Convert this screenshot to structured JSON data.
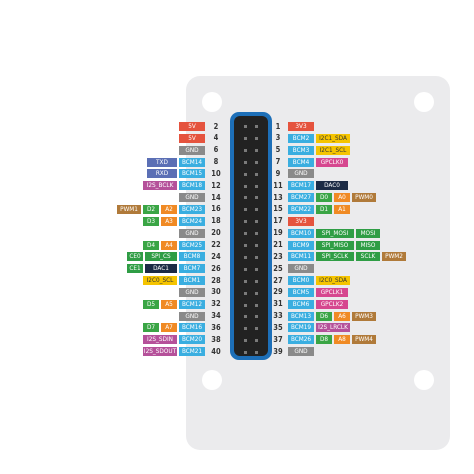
{
  "colors": {
    "power5v": "#e5533e",
    "power3v3": "#e5533e",
    "ground": "#8a8a8a",
    "bcm": "#3aaee0",
    "i2c": "#f5c400",
    "uart": "#5b6fb5",
    "dac": "#1c2b45",
    "spi": "#2f9d45",
    "pwm": "#b07a3a",
    "digital": "#3aa545",
    "analog": "#f08a24",
    "i2s": "#b5519a",
    "gpclk": "#d6478f",
    "header": "#1d6fb8",
    "board": "#ebebed"
  },
  "left_pins": [
    {
      "pin": "2",
      "labels": [
        {
          "t": "5V",
          "c": "power5v"
        }
      ]
    },
    {
      "pin": "4",
      "labels": [
        {
          "t": "5V",
          "c": "power5v"
        }
      ]
    },
    {
      "pin": "6",
      "labels": [
        {
          "t": "GND",
          "c": "ground"
        }
      ]
    },
    {
      "pin": "8",
      "labels": [
        {
          "t": "TXD",
          "c": "uart"
        },
        {
          "t": "BCM14",
          "c": "bcm"
        }
      ]
    },
    {
      "pin": "10",
      "labels": [
        {
          "t": "RXD",
          "c": "uart"
        },
        {
          "t": "BCM15",
          "c": "bcm"
        }
      ]
    },
    {
      "pin": "12",
      "labels": [
        {
          "t": "I2S_BCLK",
          "c": "i2s"
        },
        {
          "t": "BCM18",
          "c": "bcm"
        }
      ]
    },
    {
      "pin": "14",
      "labels": [
        {
          "t": "GND",
          "c": "ground"
        }
      ]
    },
    {
      "pin": "16",
      "labels": [
        {
          "t": "PWM1",
          "c": "pwm"
        },
        {
          "t": "D2",
          "c": "digital"
        },
        {
          "t": "A2",
          "c": "analog"
        },
        {
          "t": "BCM23",
          "c": "bcm"
        }
      ]
    },
    {
      "pin": "18",
      "labels": [
        {
          "t": "D3",
          "c": "digital"
        },
        {
          "t": "A3",
          "c": "analog"
        },
        {
          "t": "BCM24",
          "c": "bcm"
        }
      ]
    },
    {
      "pin": "20",
      "labels": [
        {
          "t": "GND",
          "c": "ground"
        }
      ]
    },
    {
      "pin": "22",
      "labels": [
        {
          "t": "D4",
          "c": "digital"
        },
        {
          "t": "A4",
          "c": "analog"
        },
        {
          "t": "BCM25",
          "c": "bcm"
        }
      ]
    },
    {
      "pin": "24",
      "labels": [
        {
          "t": "CE0",
          "c": "spi"
        },
        {
          "t": "SPI_CS",
          "c": "spi"
        },
        {
          "t": "BCM8",
          "c": "bcm"
        }
      ]
    },
    {
      "pin": "26",
      "labels": [
        {
          "t": "CE1",
          "c": "spi"
        },
        {
          "t": "DAC1",
          "c": "dac"
        },
        {
          "t": "BCM7",
          "c": "bcm"
        }
      ]
    },
    {
      "pin": "28",
      "labels": [
        {
          "t": "I2C0_SCL",
          "c": "i2c"
        },
        {
          "t": "BCM1",
          "c": "bcm"
        }
      ]
    },
    {
      "pin": "30",
      "labels": [
        {
          "t": "GND",
          "c": "ground"
        }
      ]
    },
    {
      "pin": "32",
      "labels": [
        {
          "t": "D5",
          "c": "digital"
        },
        {
          "t": "A5",
          "c": "analog"
        },
        {
          "t": "BCM12",
          "c": "bcm"
        }
      ]
    },
    {
      "pin": "34",
      "labels": [
        {
          "t": "GND",
          "c": "ground"
        }
      ]
    },
    {
      "pin": "36",
      "labels": [
        {
          "t": "D7",
          "c": "digital"
        },
        {
          "t": "A7",
          "c": "analog"
        },
        {
          "t": "BCM16",
          "c": "bcm"
        }
      ]
    },
    {
      "pin": "38",
      "labels": [
        {
          "t": "I2S_SDIN",
          "c": "i2s"
        },
        {
          "t": "BCM20",
          "c": "bcm"
        }
      ]
    },
    {
      "pin": "40",
      "labels": [
        {
          "t": "I2S_SDOUT",
          "c": "i2s"
        },
        {
          "t": "BCM21",
          "c": "bcm"
        }
      ]
    }
  ],
  "right_pins": [
    {
      "pin": "1",
      "labels": [
        {
          "t": "3V3",
          "c": "power3v3"
        }
      ]
    },
    {
      "pin": "3",
      "labels": [
        {
          "t": "BCM2",
          "c": "bcm"
        },
        {
          "t": "I2C1_SDA",
          "c": "i2c"
        }
      ]
    },
    {
      "pin": "5",
      "labels": [
        {
          "t": "BCM3",
          "c": "bcm"
        },
        {
          "t": "I2C1_SCL",
          "c": "i2c"
        }
      ]
    },
    {
      "pin": "7",
      "labels": [
        {
          "t": "BCM4",
          "c": "bcm"
        },
        {
          "t": "GPCLK0",
          "c": "gpclk"
        }
      ]
    },
    {
      "pin": "9",
      "labels": [
        {
          "t": "GND",
          "c": "ground"
        }
      ]
    },
    {
      "pin": "11",
      "labels": [
        {
          "t": "BCM17",
          "c": "bcm"
        },
        {
          "t": "DAC0",
          "c": "dac"
        }
      ]
    },
    {
      "pin": "13",
      "labels": [
        {
          "t": "BCM27",
          "c": "bcm"
        },
        {
          "t": "D0",
          "c": "digital"
        },
        {
          "t": "A0",
          "c": "analog"
        },
        {
          "t": "PWM0",
          "c": "pwm"
        }
      ]
    },
    {
      "pin": "15",
      "labels": [
        {
          "t": "BCM22",
          "c": "bcm"
        },
        {
          "t": "D1",
          "c": "digital"
        },
        {
          "t": "A1",
          "c": "analog"
        }
      ]
    },
    {
      "pin": "17",
      "labels": [
        {
          "t": "3V3",
          "c": "power3v3"
        }
      ]
    },
    {
      "pin": "19",
      "labels": [
        {
          "t": "BCM10",
          "c": "bcm"
        },
        {
          "t": "SPI_MOSI",
          "c": "spi"
        },
        {
          "t": "MOSI",
          "c": "spi"
        }
      ]
    },
    {
      "pin": "21",
      "labels": [
        {
          "t": "BCM9",
          "c": "bcm"
        },
        {
          "t": "SPI_MISO",
          "c": "spi"
        },
        {
          "t": "MISO",
          "c": "spi"
        }
      ]
    },
    {
      "pin": "23",
      "labels": [
        {
          "t": "BCM11",
          "c": "bcm"
        },
        {
          "t": "SPI_SCLK",
          "c": "spi"
        },
        {
          "t": "SCLK",
          "c": "spi"
        },
        {
          "t": "PWM2",
          "c": "pwm"
        }
      ]
    },
    {
      "pin": "25",
      "labels": [
        {
          "t": "GND",
          "c": "ground"
        }
      ]
    },
    {
      "pin": "27",
      "labels": [
        {
          "t": "BCM0",
          "c": "bcm"
        },
        {
          "t": "I2C0_SDA",
          "c": "i2c"
        }
      ]
    },
    {
      "pin": "29",
      "labels": [
        {
          "t": "BCM5",
          "c": "bcm"
        },
        {
          "t": "GPCLK1",
          "c": "gpclk"
        }
      ]
    },
    {
      "pin": "31",
      "labels": [
        {
          "t": "BCM6",
          "c": "bcm"
        },
        {
          "t": "GPCLK2",
          "c": "gpclk"
        }
      ]
    },
    {
      "pin": "33",
      "labels": [
        {
          "t": "BCM13",
          "c": "bcm"
        },
        {
          "t": "D6",
          "c": "digital"
        },
        {
          "t": "A6",
          "c": "analog"
        },
        {
          "t": "PWM3",
          "c": "pwm"
        }
      ]
    },
    {
      "pin": "35",
      "labels": [
        {
          "t": "BCM19",
          "c": "bcm"
        },
        {
          "t": "I2S_LRCLK",
          "c": "i2s"
        }
      ]
    },
    {
      "pin": "37",
      "labels": [
        {
          "t": "BCM26",
          "c": "bcm"
        },
        {
          "t": "D8",
          "c": "digital"
        },
        {
          "t": "A8",
          "c": "analog"
        },
        {
          "t": "PWM4",
          "c": "pwm"
        }
      ]
    },
    {
      "pin": "39",
      "labels": [
        {
          "t": "GND",
          "c": "ground"
        }
      ]
    }
  ]
}
